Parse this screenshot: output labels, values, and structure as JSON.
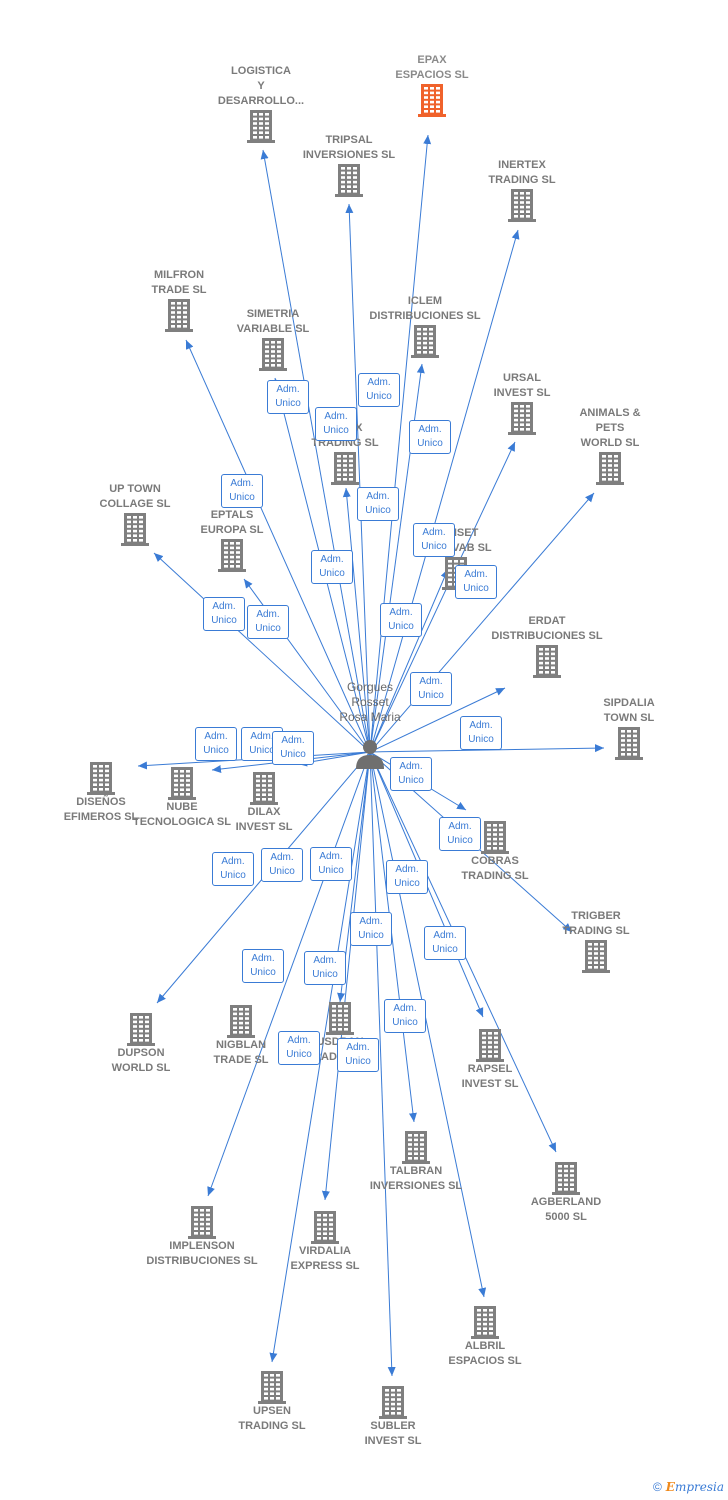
{
  "center": {
    "name": "Gorgues\nRosset\nRosa Maria"
  },
  "role_label": "Adm.\nUnico",
  "colors": {
    "edge": "#3a7bd5",
    "building": "#7f7f7f",
    "highlight": "#f0622b"
  },
  "companies": [
    {
      "id": "logistica",
      "name": "LOGISTICA\nY\nDESARROLLO..."
    },
    {
      "id": "epax",
      "name": "EPAX\nESPACIOS SL",
      "highlight": true
    },
    {
      "id": "tripsal",
      "name": "TRIPSAL\nINVERSIONES SL"
    },
    {
      "id": "inertex",
      "name": "INERTEX\nTRADING SL"
    },
    {
      "id": "milfron",
      "name": "MILFRON\nTRADE SL"
    },
    {
      "id": "simetria",
      "name": "SIMETRIA\nVARIABLE SL"
    },
    {
      "id": "iclem",
      "name": "ICLEM\nDISTRIBUCIONES SL"
    },
    {
      "id": "ursal",
      "name": "URSAL\nINVEST SL"
    },
    {
      "id": "animals",
      "name": "ANIMALS &\nPETS\nWORLD SL"
    },
    {
      "id": "rigax",
      "name": "RIGAX\nTRADING SL"
    },
    {
      "id": "uptown",
      "name": "UP TOWN\nCOLLAGE SL"
    },
    {
      "id": "eptals",
      "name": "EPTALS\nEUROPA SL"
    },
    {
      "id": "sunset",
      "name": "SUNSET\nRENOVAB SL"
    },
    {
      "id": "erdat",
      "name": "ERDAT\nDISTRIBUCIONES SL"
    },
    {
      "id": "sipdalia",
      "name": "SIPDALIA\nTOWN SL"
    },
    {
      "id": "disenos",
      "name": "DISEÑOS\nEFIMEROS SL"
    },
    {
      "id": "nube",
      "name": "NUBE\nTECNOLOGICA SL"
    },
    {
      "id": "dilax",
      "name": "DILAX\nINVEST SL"
    },
    {
      "id": "cobras",
      "name": "COBRAS\nTRADING SL"
    },
    {
      "id": "trigber",
      "name": "TRIGBER\nTRADING SL"
    },
    {
      "id": "dupson",
      "name": "DUPSON\nWORLD SL"
    },
    {
      "id": "nigblan",
      "name": "NIGBLAN\nTRADE SL"
    },
    {
      "id": "usdran",
      "name": "USDRAN\nTRADING SL"
    },
    {
      "id": "rapsel",
      "name": "RAPSEL\nINVEST SL"
    },
    {
      "id": "talbran",
      "name": "TALBRAN\nINVERSIONES SL"
    },
    {
      "id": "agberland",
      "name": "AGBERLAND\n5000 SL"
    },
    {
      "id": "implenson",
      "name": "IMPLENSON\nDISTRIBUCIONES SL"
    },
    {
      "id": "virdalia",
      "name": "VIRDALIA\nEXPRESS SL"
    },
    {
      "id": "albril",
      "name": "ALBRIL\nESPACIOS SL"
    },
    {
      "id": "upsen",
      "name": "UPSEN\nTRADING SL"
    },
    {
      "id": "subler",
      "name": "SUBLER\nINVEST SL"
    }
  ],
  "footer": {
    "copyright": "©",
    "brand_initial": "E",
    "brand_rest": "mpresia"
  }
}
